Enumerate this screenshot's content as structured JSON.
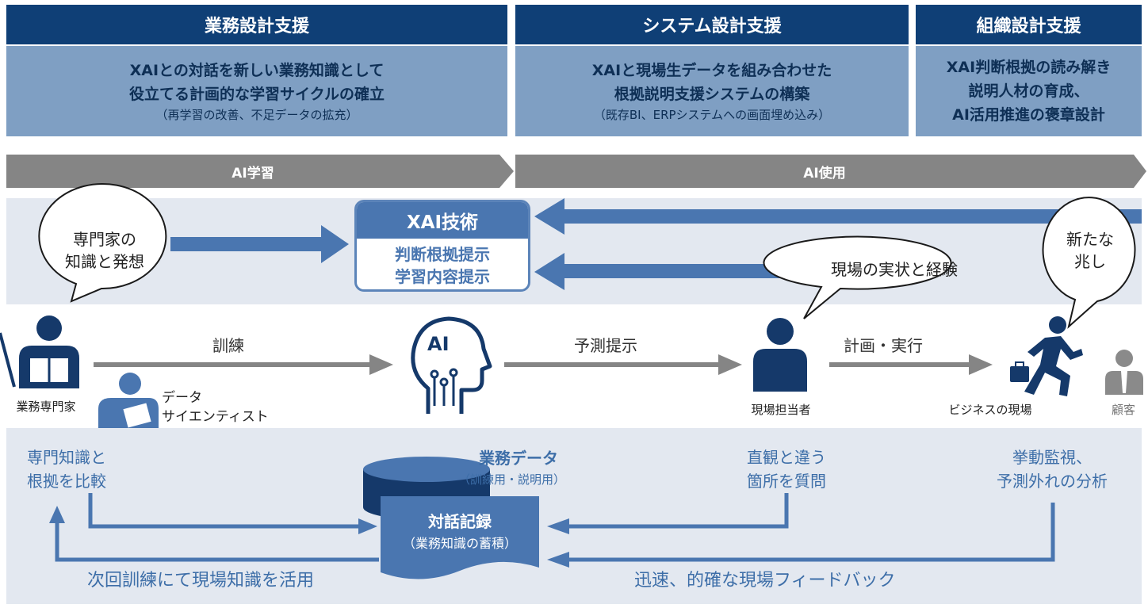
{
  "headers": [
    {
      "title": "業務設計支援",
      "lines": [
        "XAIとの対話を新しい業務知識として",
        "役立てる計画的な学習サイクルの確立"
      ],
      "note": "（再学習の改善、不足データの拡充）"
    },
    {
      "title": "システム設計支援",
      "lines": [
        "XAIと現場生データを組み合わせた",
        "根拠説明支援システムの構築"
      ],
      "note": "（既存BI、ERPシステムへの画面埋め込み）"
    },
    {
      "title": "組織設計支援",
      "lines": [
        "XAI判断根拠の読み解き",
        "説明人材の育成、",
        "AI活用推進の褒章設計"
      ],
      "note": ""
    }
  ],
  "phases": {
    "learning": "AI学習",
    "usage": "AI使用"
  },
  "xai": {
    "title": "XAI技術",
    "line1": "判断根拠提示",
    "line2": "学習内容提示"
  },
  "bubbles": {
    "expert": [
      "専門家の",
      "知識と発想"
    ],
    "field": "現場の実状と経験",
    "signs": [
      "新たな",
      "兆し"
    ]
  },
  "actors": {
    "expert": "業務専門家",
    "scientist": [
      "データ",
      "サイエンティスト"
    ],
    "staff": "現場担当者",
    "business": "ビジネスの現場",
    "customer": "顧客"
  },
  "flow": {
    "train": "訓練",
    "predict": "予測提示",
    "plan": "計画・実行",
    "ai_icon": "AI"
  },
  "bottom": {
    "compare": [
      "専門知識と",
      "根拠を比較"
    ],
    "data_title": "業務データ",
    "data_note": "（訓練用・説明用）",
    "record_title": "対話記録",
    "record_note": "（業務知識の蓄積）",
    "question": [
      "直観と違う",
      "箇所を質問"
    ],
    "monitor": [
      "挙動監視、",
      "予測外れの分析"
    ],
    "next_training": "次回訓練にて現場知識を活用",
    "feedback": "迅速、的確な現場フィードバック"
  },
  "colors": {
    "navy": "#0f3f76",
    "steel": "#7f9fc3",
    "accent": "#4a76b0",
    "gray": "#858585",
    "band": "#e3e8f0"
  }
}
